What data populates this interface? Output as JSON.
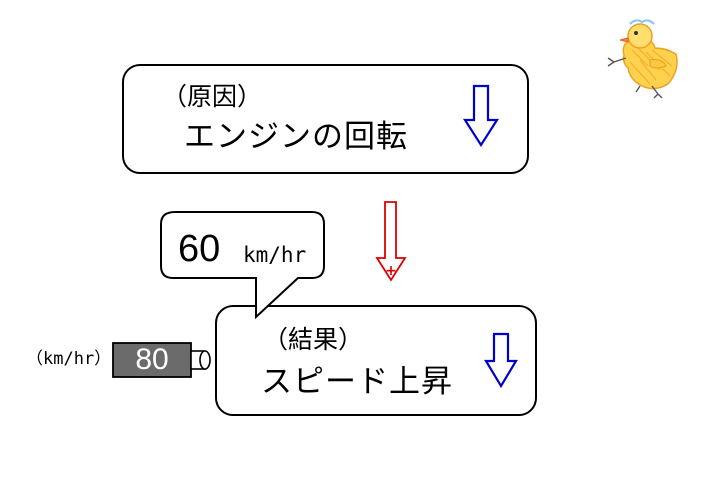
{
  "cause": {
    "tag": "（原因）",
    "text": "エンジンの回転"
  },
  "effect": {
    "tag": "（結果）",
    "text": "スピード上昇"
  },
  "link_sign": "+",
  "speech_bubble": {
    "value": "60",
    "unit": "km/hr"
  },
  "meter": {
    "unit": "（km/hr）",
    "value": "80"
  },
  "colors": {
    "decrease_arrow": "#0000cc",
    "causal_arrow": "#dd0000",
    "meter_body": "#6b6b6b"
  },
  "icons": {
    "cause_trend": "down-arrow-icon",
    "effect_trend": "down-arrow-icon",
    "mascot": "chick-mascot-icon"
  }
}
